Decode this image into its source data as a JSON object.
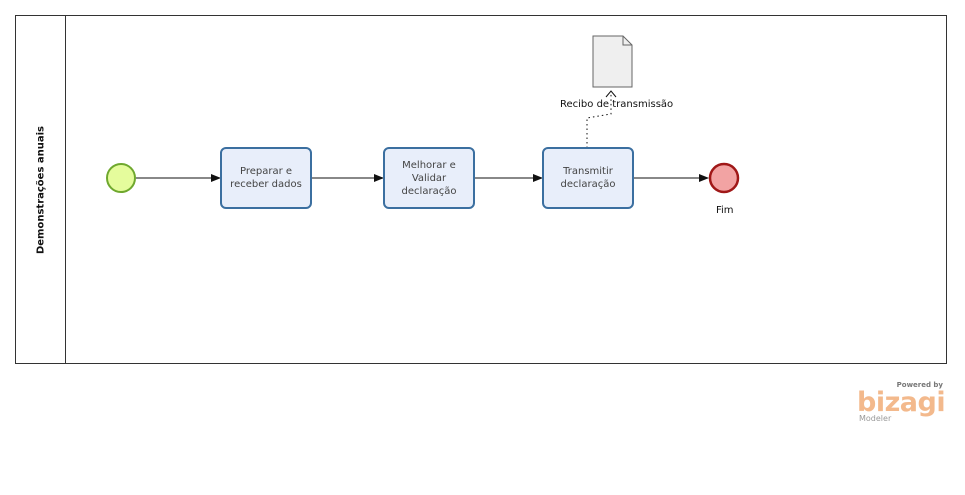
{
  "pool": {
    "lane_label": "Demonstrações anuais"
  },
  "tasks": [
    {
      "id": "t1",
      "label": "Preparar e receber dados"
    },
    {
      "id": "t2",
      "label": "Melhorar e Validar declaração"
    },
    {
      "id": "t3",
      "label": "Transmitir declaração"
    }
  ],
  "artifact": {
    "label": "Recibo de transmissão"
  },
  "end_event": {
    "label": "Fim"
  },
  "branding": {
    "powered": "Powered by",
    "word": "bizagi",
    "sub": "Modeler"
  },
  "colors": {
    "start_fill": "#e5fc9c",
    "start_stroke": "#6fa82e",
    "end_fill": "#f2a3a3",
    "end_stroke": "#a01818",
    "task_fill": "#e8eefa",
    "task_stroke": "#3b6fa0"
  }
}
